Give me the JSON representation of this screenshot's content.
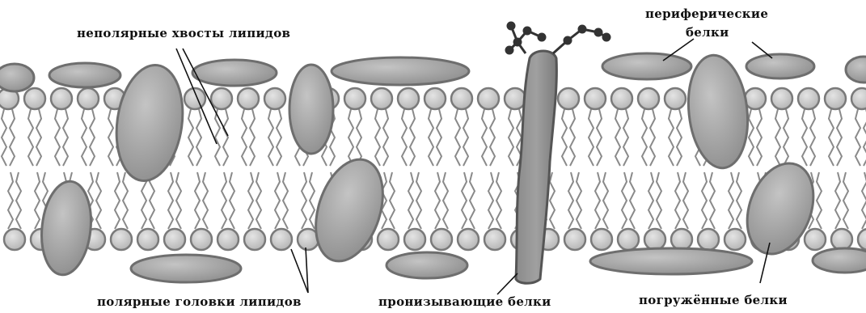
{
  "labels": {
    "tails": "неполярные хвосты липидов",
    "peripheral_line1": "периферические",
    "peripheral_line2": "белки",
    "heads": "полярные головки липидов",
    "transmembrane": "пронизывающие белки",
    "integral": "погружённые белки"
  },
  "colors": {
    "protein_fill": "#a8a8a8",
    "protein_edge": "#6e6e6e",
    "head_fill": "#cfcfcf",
    "head_edge": "#7a7a7a",
    "tail": "#8a8a8a"
  }
}
